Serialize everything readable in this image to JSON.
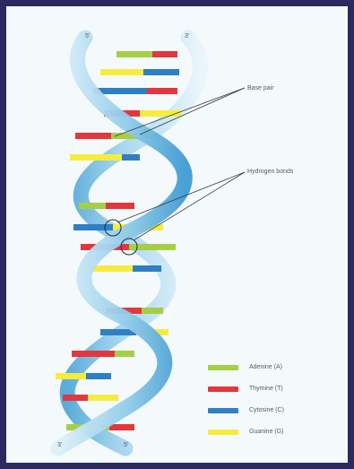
{
  "strand_ends": {
    "top_left": "5'",
    "top_right": "3'",
    "bottom_left": "3'",
    "bottom_right": "5'"
  },
  "annotations": {
    "base_pair": "Base pair",
    "hydrogen_bonds": "Hydrogen bonds"
  },
  "legend": [
    {
      "label": "Adenine (A)",
      "color": "#a6cf45",
      "icon": "adenine-swatch"
    },
    {
      "label": "Thymine (T)",
      "color": "#e2373d",
      "icon": "thymine-swatch"
    },
    {
      "label": "Cytosine (C)",
      "color": "#2e7fc3",
      "icon": "cytosine-swatch"
    },
    {
      "label": "Guanine (G)",
      "color": "#f5ec3e",
      "icon": "guanine-swatch"
    }
  ],
  "colors": {
    "frame": "#2b2a5e",
    "backbone_light": "#dff1f9",
    "backbone_dark": "#4aa4d6",
    "background": "#f4f9fb"
  }
}
